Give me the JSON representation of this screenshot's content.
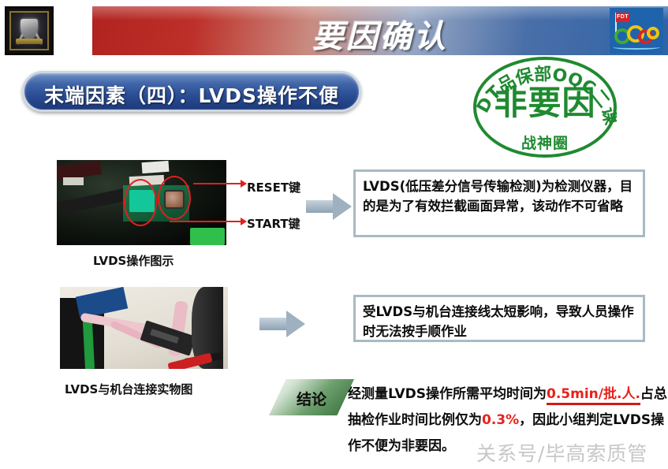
{
  "header": {
    "title": "要因确认",
    "emblem_name": "corporate-shield-emblem",
    "logo": {
      "flag_text": "FDT",
      "name": "fdt-oqc-rings-logo"
    }
  },
  "subtitle": {
    "text": "末端因素（四）：LVDS操作不便"
  },
  "seal": {
    "arc_text": "FDT品保部OQC二课",
    "center_text": "非要因",
    "bottom_text": "战神圈",
    "color": "#1f8a30"
  },
  "sections": [
    {
      "photo_name": "lvds-operation-photo",
      "caption": "LVDS操作图示",
      "callouts": [
        {
          "label": "RESET键"
        },
        {
          "label": "START键"
        }
      ],
      "textbox": "LVDS(低压差分信号传输检测)为检测仪器，目的是为了有效拦截画面异常，该动作不可省略"
    },
    {
      "photo_name": "lvds-machine-connection-photo",
      "caption": "LVDS与机台连接实物图",
      "textbox": "受LVDS与机台连接线太短影响，导致人员操作时无法按手顺作业"
    }
  ],
  "conclusion": {
    "label": "结论",
    "line1_prefix": "经测量LVDS操作所需平均时间为",
    "highlight1": "0.5min/批.人.",
    "line2_middle": "占总抽检作业时间比例仅为",
    "highlight2": "0.3%",
    "line2_suffix": "，因此小",
    "line3": "组判定LVDS操作不便为非要因。"
  },
  "watermark": {
    "text": "关系号/毕高索质管"
  },
  "colors": {
    "header_red": "#b0231f",
    "header_blue": "#2e63a6",
    "pill_blue": "#2a4c93",
    "seal_green": "#1f8a30",
    "highlight_red": "#e8201a",
    "arrow_gray": "#9fb1c0",
    "textbox_border": "#a9bac4"
  }
}
